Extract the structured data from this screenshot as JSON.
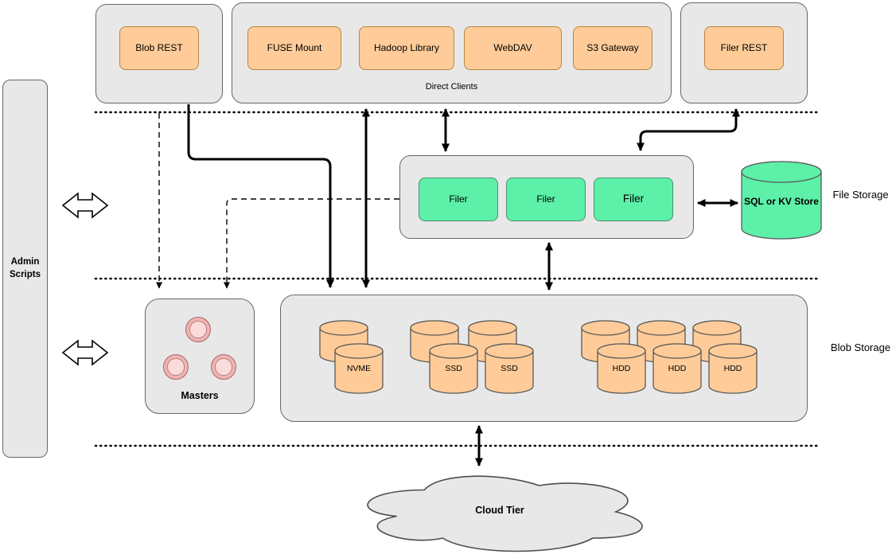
{
  "sidebar": {
    "admin_label": "Admin Scripts"
  },
  "top": {
    "blob_rest": "Blob REST",
    "direct_clients_caption": "Direct Clients",
    "clients": [
      "FUSE Mount",
      "Hadoop Library",
      "WebDAV",
      "S3 Gateway"
    ],
    "filer_rest": "Filer REST"
  },
  "file_storage": {
    "section_label": "File Storage",
    "filers": [
      "Filer",
      "Filer",
      "Filer"
    ],
    "kv_store": "SQL or KV Store"
  },
  "blob_storage": {
    "section_label": "Blob Storage",
    "masters": "Masters",
    "disks": {
      "nvme": "NVME",
      "ssd_1": "SSD",
      "ssd_2": "SSD",
      "hdd_1": "HDD",
      "hdd_2": "HDD",
      "hdd_3": "HDD"
    }
  },
  "cloud": {
    "label": "Cloud Tier"
  },
  "colors": {
    "container_fill": "#e8e8e8",
    "container_border": "#666666",
    "client_fill": "#ffcc99",
    "filer_fill": "#5cf0a8",
    "masters_fill": "#f8cccc",
    "connector": "#000000"
  }
}
